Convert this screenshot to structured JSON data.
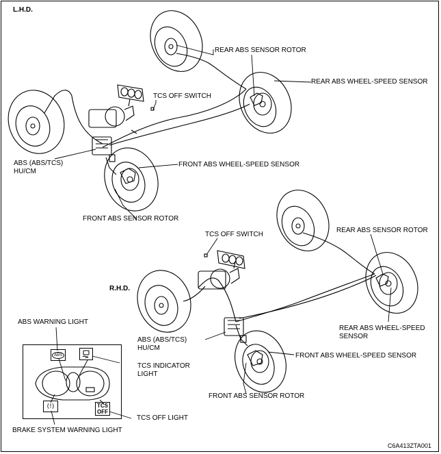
{
  "variants": {
    "lhd": "L.H.D.",
    "rhd": "R.H.D."
  },
  "lhd_labels": {
    "rear_rotor": "REAR ABS SENSOR ROTOR",
    "rear_sensor": "REAR ABS WHEEL-SPEED SENSOR",
    "tcs_switch": "TCS OFF SWITCH",
    "hu_cm_line1": "ABS (ABS/TCS)",
    "hu_cm_line2": "HU/CM",
    "front_sensor": "FRONT ABS WHEEL-SPEED SENSOR",
    "front_rotor": "FRONT ABS  SENSOR ROTOR"
  },
  "rhd_labels": {
    "tcs_switch": "TCS OFF SWITCH",
    "rear_rotor": "REAR ABS SENSOR ROTOR",
    "hu_cm_line1": "ABS (ABS/TCS)",
    "hu_cm_line2": "HU/CM",
    "rear_sensor_line1": "REAR ABS WHEEL-SPEED",
    "rear_sensor_line2": "SENSOR",
    "front_sensor": "FRONT ABS WHEEL-SPEED SENSOR",
    "front_rotor": "FRONT ABS SENSOR ROTOR"
  },
  "instrument_cluster": {
    "abs_warning_light": "ABS WARNING LIGHT",
    "abs_icon_text": "ABS",
    "tcs_indicator_line1": "TCS INDICATOR",
    "tcs_indicator_line2": "LIGHT",
    "tcs_off_light": "TCS OFF LIGHT",
    "tcs_off_icon_line1": "TCS",
    "tcs_off_icon_line2": "OFF",
    "brake_warning_light": "BRAKE SYSTEM WARNING LIGHT"
  },
  "figure_code": "C6A413ZTA001"
}
